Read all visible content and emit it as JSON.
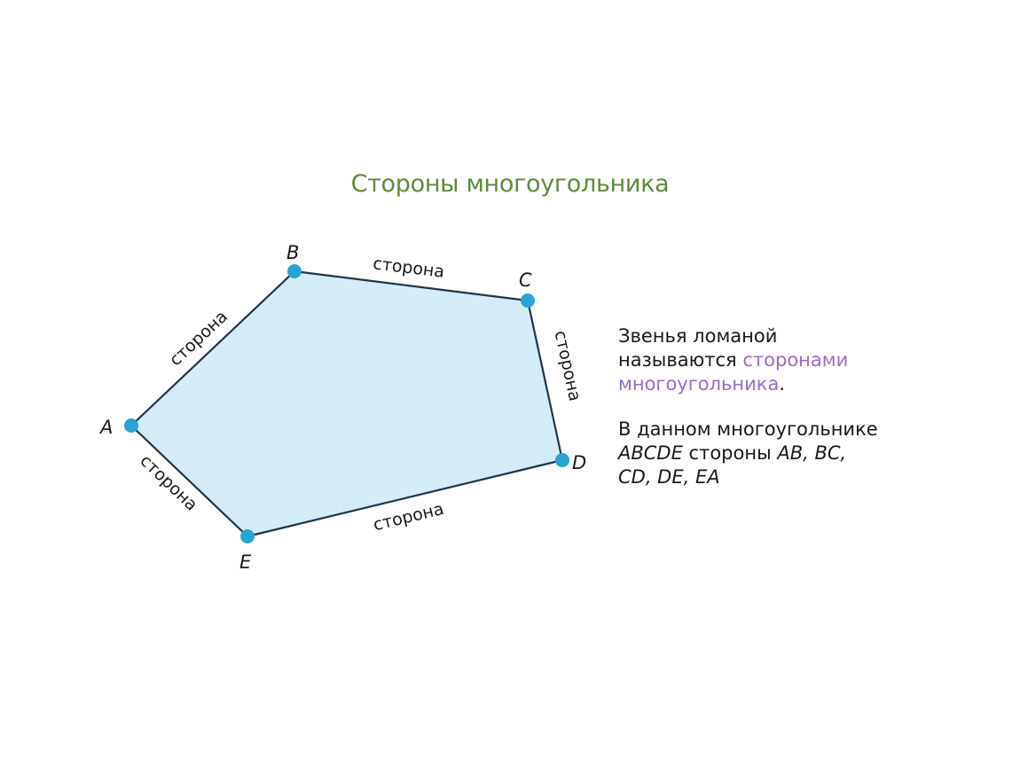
{
  "title": "Стороны многоугольника",
  "colors": {
    "title": "#5f8a3c",
    "polygon_fill": "#d4ecf5",
    "polygon_stroke": "#23344a",
    "vertex": "#2aa3d4",
    "highlight": "#9b6cc8"
  },
  "vertices": {
    "A": "A",
    "B": "B",
    "C": "C",
    "D": "D",
    "E": "E"
  },
  "sides": {
    "AB": "сторона",
    "BC": "сторона",
    "CD": "сторона",
    "DE": "сторона",
    "EA": "сторона"
  },
  "explanation": {
    "p1_line1": "Звенья ломаной",
    "p1_line2_start": "называются ",
    "p1_highlight_1": "сторонами",
    "p1_highlight_2": "многоугольника",
    "p1_end": ".",
    "p2_line1": "В данном многоугольнике",
    "p2_polygon": "ABCDE",
    "p2_mid": " стороны ",
    "p2_sides_1": "AB, BC,",
    "p2_sides_2": "CD, DE, EA"
  }
}
